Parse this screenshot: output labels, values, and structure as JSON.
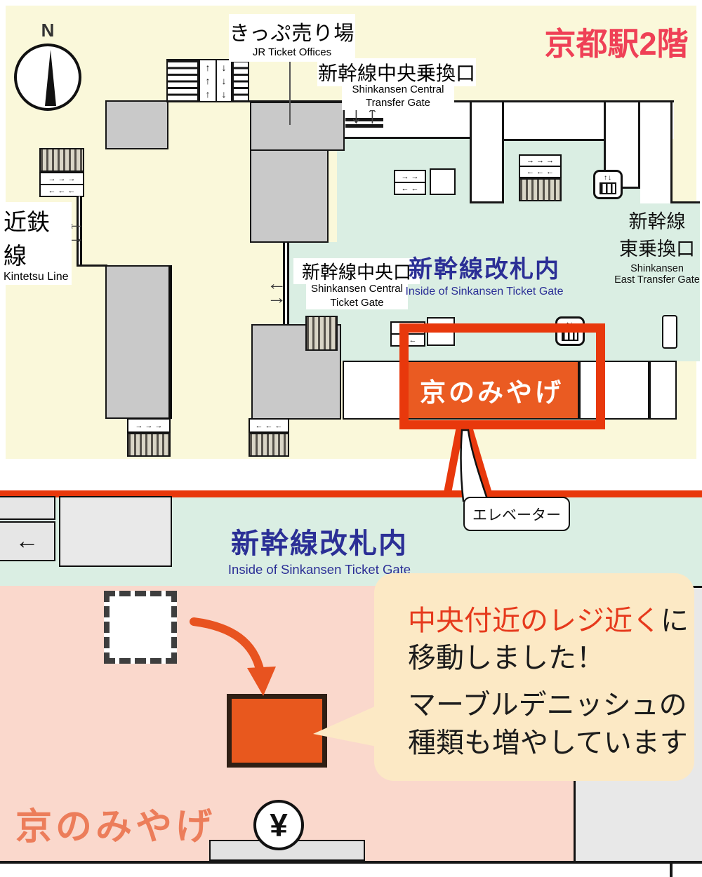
{
  "page": {
    "floor_title": "京都駅2階"
  },
  "compass": {
    "north_label": "N"
  },
  "map": {
    "ticket_office": {
      "ja": "きっぷ売り場",
      "en": "JR Ticket Offices"
    },
    "central_transfer_gate": {
      "ja": "新幹線中央乗換口",
      "en_line1": "Shinkansen Central",
      "en_line2": "Transfer Gate"
    },
    "kintetsu_line": {
      "ja": "近鉄線",
      "en": "Kintetsu Line"
    },
    "central_ticket_gate": {
      "ja": "新幹線中央口",
      "en_line1": "Shinkansen Central",
      "en_line2": "Ticket Gate"
    },
    "inside_gate": {
      "ja": "新幹線改札内",
      "en": "Inside of Sinkansen Ticket Gate"
    },
    "east_transfer_gate": {
      "ja_line1": "新幹線",
      "ja_line2": "東乗換口",
      "en_line1": "Shinkansen",
      "en_line2": "East Transfer Gate"
    },
    "shop": {
      "name": "京のみやげ"
    },
    "elevator_callout": "エレベーター"
  },
  "detail": {
    "inside_gate": {
      "ja": "新幹線改札内",
      "en": "Inside of Sinkansen Ticket Gate"
    },
    "shop_name": "京のみやげ",
    "cash_register_symbol": "¥",
    "bubble": {
      "line1_highlight": "中央付近のレジ近く",
      "line1_tail": "に",
      "line2": "移動しました！",
      "line3": "マーブルデニッシュの",
      "line4": "種類も増やしています"
    }
  },
  "icons": {
    "arrow_up": "↑",
    "arrow_down": "↓",
    "arrow_left": "←",
    "arrow_right": "→",
    "arrow_right_triple": "→ → →",
    "arrow_left_triple": "← ← ←",
    "arrow_right_double": "→ →",
    "arrow_left_double": "← ←",
    "elevator_updown": "↑↓"
  },
  "colors": {
    "map_bg": "#FAF8DA",
    "inside_gate_teal": "#DAEEE3",
    "accent_red": "#E8380C",
    "title_red": "#EF4056",
    "shop_orange": "#EA5B22",
    "pink_area": "#FAD8CC",
    "bubble_cream": "#FCE9C5",
    "highlight_text_red": "#E6391C",
    "shop_text_salmon": "#EC7D5A",
    "gate_blue": "#2B2F96"
  }
}
